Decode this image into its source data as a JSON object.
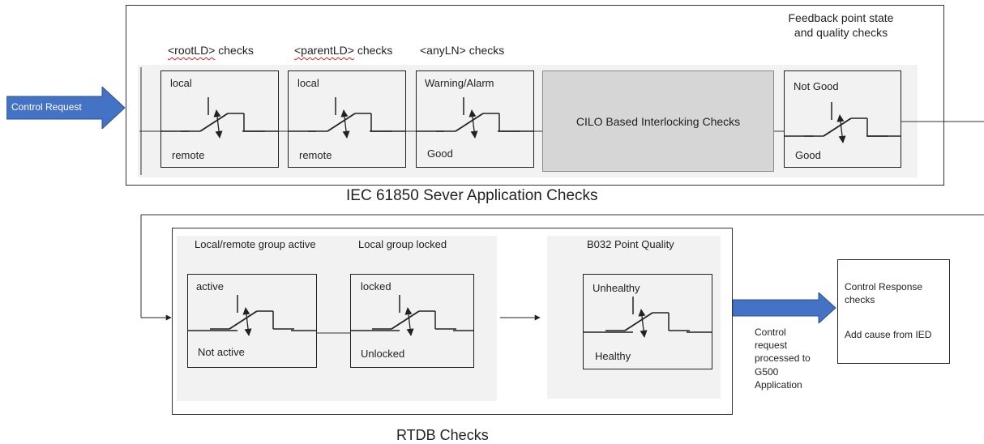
{
  "control_request": {
    "label": "Control Request"
  },
  "iec_section": {
    "caption": "IEC 61850 Sever Application Checks",
    "headers": {
      "rootld": {
        "tag": "<rootLD>",
        "suffix": " checks"
      },
      "parentld": {
        "tag": "<parentLD>",
        "suffix": " checks"
      },
      "anyln": "<anyLN> checks",
      "feedback": "Feedback point state and quality checks"
    },
    "switches": [
      {
        "top": "local",
        "bottom": "remote"
      },
      {
        "top": "local",
        "bottom": "remote"
      },
      {
        "top": "Warning/Alarm",
        "bottom": "Good"
      },
      {
        "top": "Not Good",
        "bottom": "Good"
      }
    ],
    "cilo": "CILO Based Interlocking Checks"
  },
  "rtdb_section": {
    "caption": "RTDB Checks",
    "headers": {
      "local_remote": "Local/remote group active",
      "local_locked": "Local group locked",
      "b032": "B032 Point Quality"
    },
    "switches": [
      {
        "top": "active",
        "bottom": "Not active"
      },
      {
        "top": "locked",
        "bottom": "Unlocked"
      },
      {
        "top": "Unhealthy",
        "bottom": "Healthy"
      }
    ]
  },
  "control_request_processed": "Control request processed to G500 Application",
  "response_box": {
    "line1": "Control Response checks",
    "line2": "Add cause from IED"
  },
  "colors": {
    "arrow_blue": "#4472c4",
    "panel_gray": "#f2f2f2",
    "cilo_gray": "#d6d6d6"
  }
}
